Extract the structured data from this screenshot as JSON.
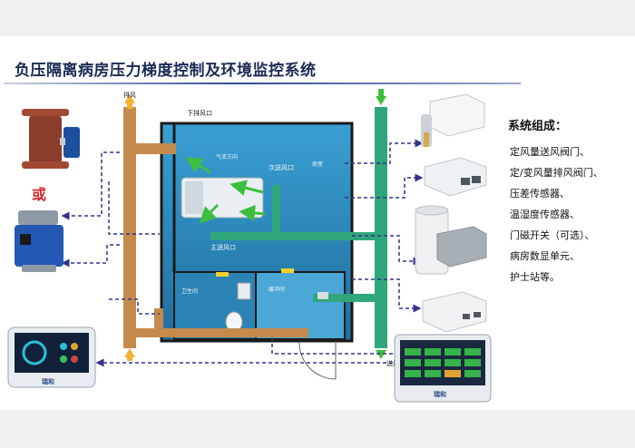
{
  "title": "负压隔离病房压力梯度控制及环境监控系统",
  "labels": {
    "exhaust": "排风",
    "supply_air": "送风",
    "bottom_exhaust_port": "下排风口",
    "secondary_supply_port": "次送风口",
    "main_supply_port": "主送风口",
    "ward": "病室",
    "airflow_dir": "气流方向",
    "bathroom": "卫生间",
    "buffer_room": "缓冲间",
    "or": "或"
  },
  "system": {
    "heading": "系统组成：",
    "items": [
      "定风量送风阀门、",
      "定/变风量排风阀门、",
      "压差传感器、",
      "温湿度传感器、",
      "门磁开关（可选）、",
      "病房数显单元、",
      "护士站等。"
    ]
  },
  "colors": {
    "exhaust_duct": "#c58a4c",
    "supply_duct": "#2fa77a",
    "room": "#2d8fc3",
    "connector": "#33338c",
    "airflow_arrow": "#3cbf3c"
  },
  "devices": {
    "left_valve_1": "exhaust-valve-image",
    "left_valve_2": "blue-valve-actuator-image",
    "left_panel": "ward-display-unit",
    "right_sensor_1": "temperature-humidity-sensor",
    "right_sensor_2": "pressure-differential-sensor",
    "right_sensor_3": "door-magnetic-sensor",
    "right_sensor_4": "pressure-sensor-box",
    "right_panel": "nurse-station-display"
  },
  "brand_text": "瑞和"
}
